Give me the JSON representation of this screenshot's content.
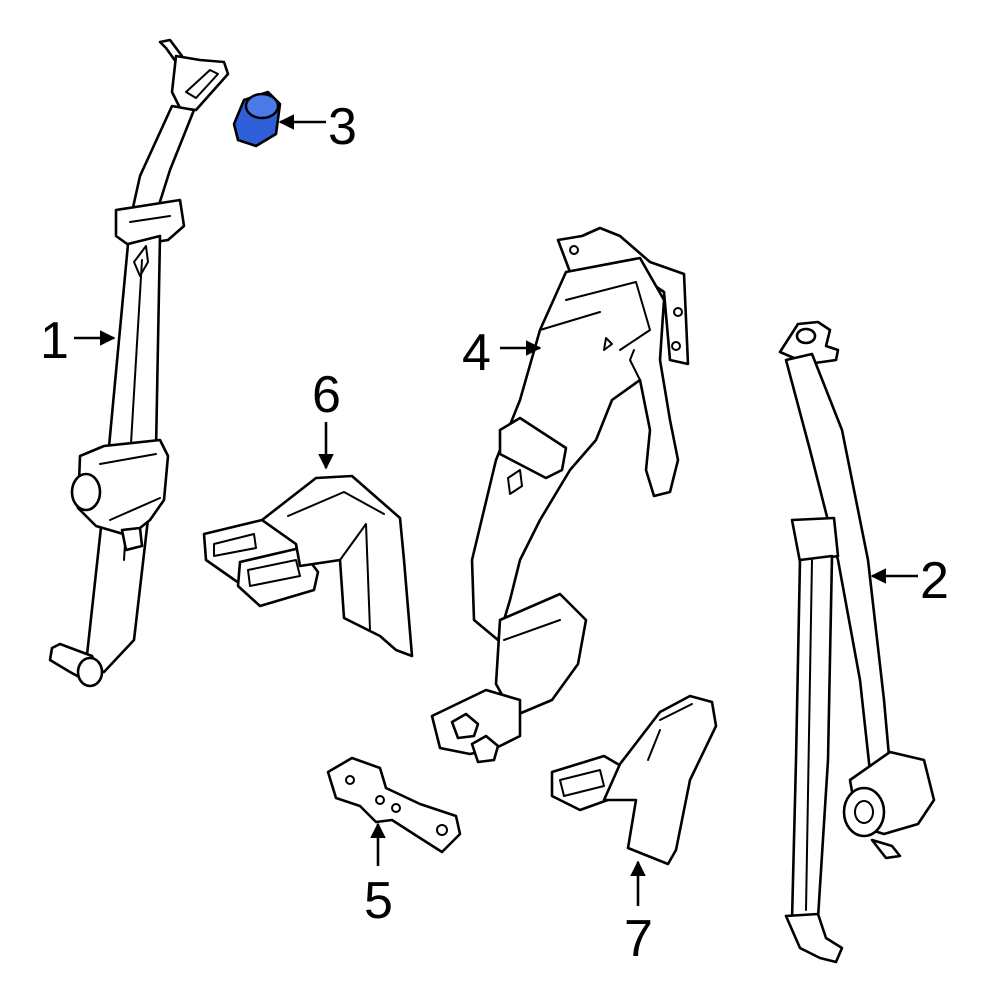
{
  "diagram": {
    "background": "#ffffff",
    "line_color": "#000000",
    "highlight_color": "#2f5fd8",
    "highlighted_part": "3"
  },
  "callouts": [
    {
      "id": "c1",
      "label": "1"
    },
    {
      "id": "c2",
      "label": "2"
    },
    {
      "id": "c3",
      "label": "3"
    },
    {
      "id": "c4",
      "label": "4"
    },
    {
      "id": "c5",
      "label": "5"
    },
    {
      "id": "c6",
      "label": "6"
    },
    {
      "id": "c7",
      "label": "7"
    }
  ]
}
